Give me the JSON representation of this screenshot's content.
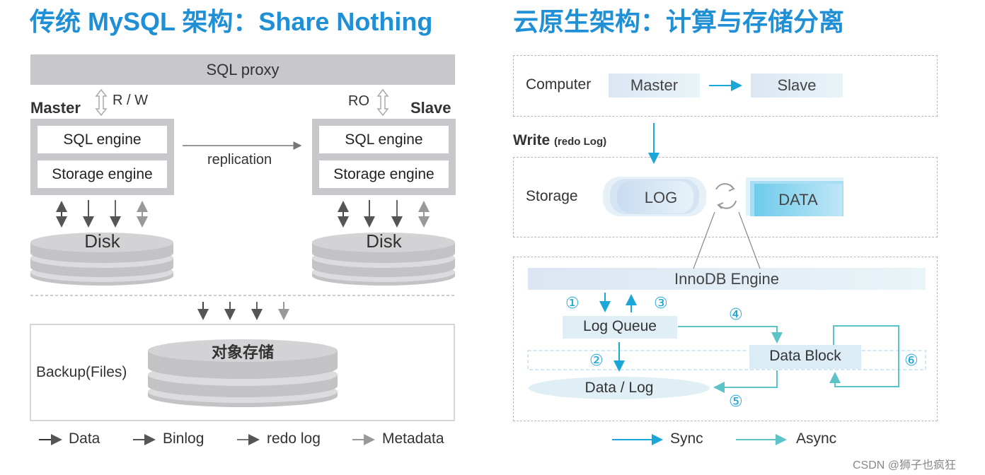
{
  "left": {
    "title": "传统 MySQL 架构：Share Nothing",
    "proxy": "SQL proxy",
    "master": "Master",
    "slave": "Slave",
    "rw": "R / W",
    "ro": "RO",
    "sql_engine": "SQL engine",
    "storage_engine": "Storage engine",
    "replication": "replication",
    "disk": "Disk",
    "backup": "Backup(Files)",
    "object_storage": "对象存储",
    "legend": [
      "Data",
      "Binlog",
      "redo log",
      "Metadata"
    ]
  },
  "right": {
    "title": "云原生架构：计算与存储分离",
    "computer": "Computer",
    "master": "Master",
    "slave": "Slave",
    "write": "Write",
    "redo_log": "(redo Log)",
    "storage": "Storage",
    "log": "LOG",
    "data": "DATA",
    "innodb": "InnoDB Engine",
    "log_queue": "Log Queue",
    "data_block": "Data Block",
    "data_log": "Data / Log",
    "nums": [
      "①",
      "②",
      "③",
      "④",
      "⑤",
      "⑥"
    ],
    "legend": [
      "Sync",
      "Async"
    ]
  },
  "watermark": "CSDN @狮子也疯狂",
  "colors": {
    "title": "#1f8fd6",
    "gray": "#c8c8cc",
    "cyan": "#1aa6d9",
    "teal": "#5cc3c8"
  }
}
